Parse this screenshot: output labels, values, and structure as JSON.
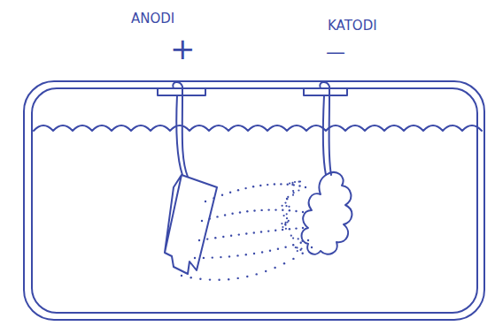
{
  "diagram": {
    "labels": [
      "ANODI",
      "+",
      "KATODI",
      "—"
    ]
  }
}
